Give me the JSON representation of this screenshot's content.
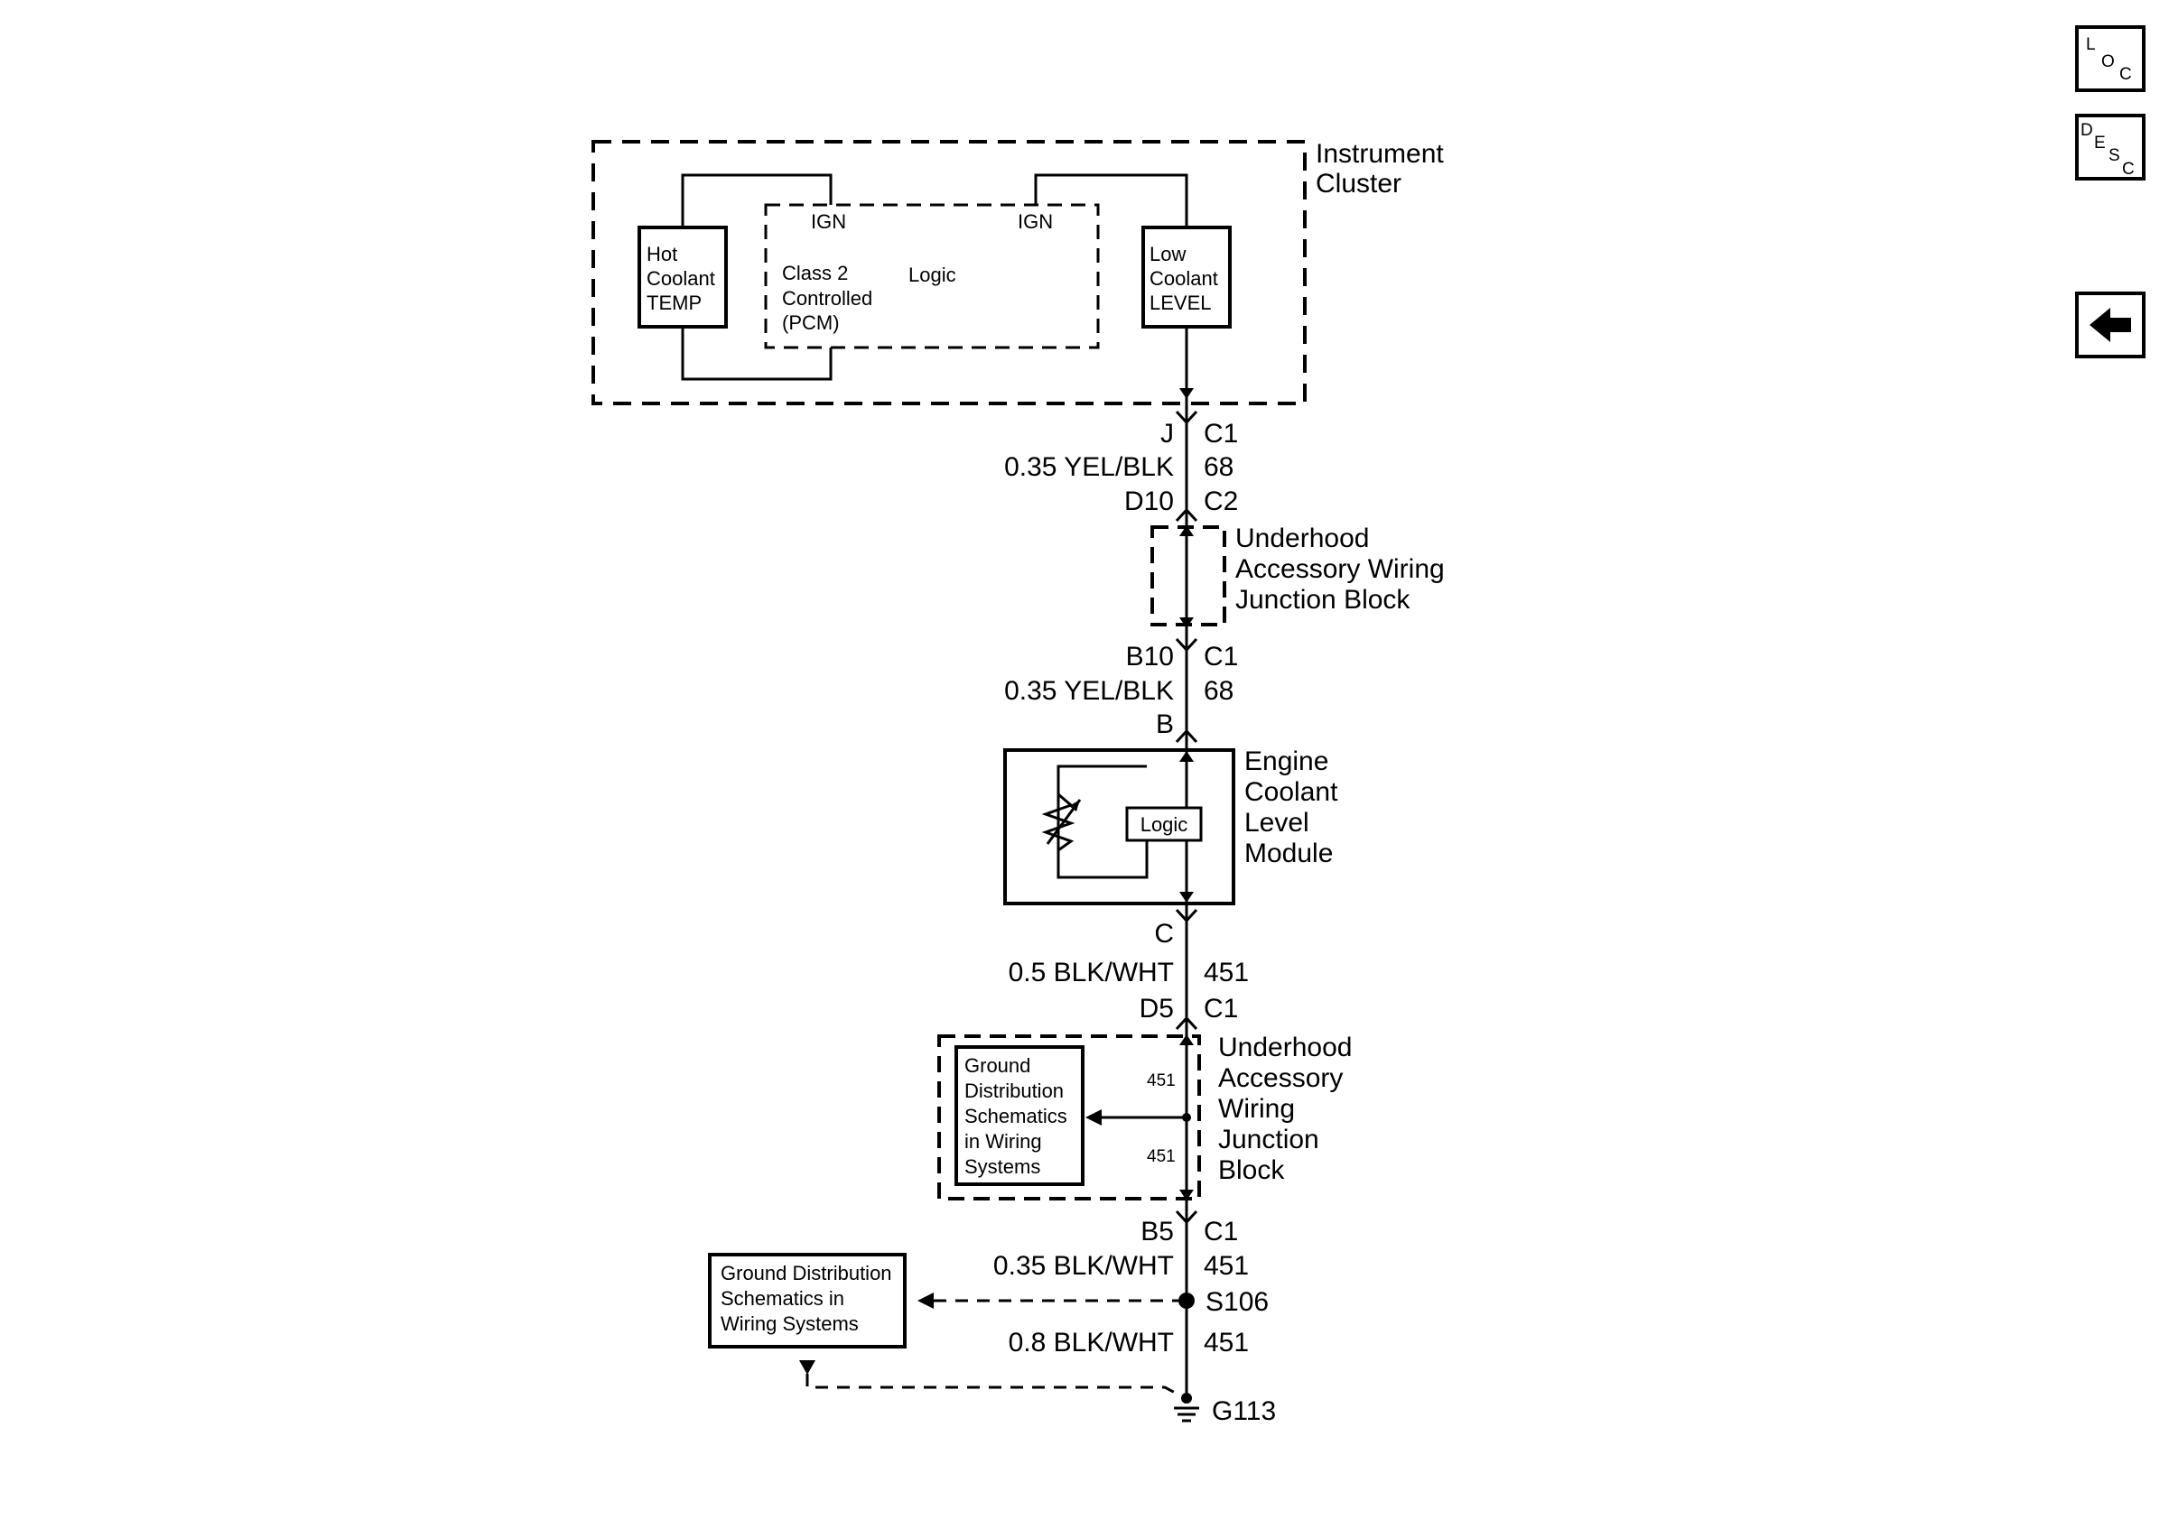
{
  "nav": {
    "loc": {
      "l": "L",
      "o": "O",
      "c": "C"
    },
    "desc": {
      "d": "D",
      "e": "E",
      "s": "S",
      "c": "C"
    },
    "back": "back-arrow"
  },
  "instrument_cluster": {
    "label_line1": "Instrument",
    "label_line2": "Cluster",
    "hot_coolant": [
      "Hot",
      "Coolant",
      "TEMP"
    ],
    "low_coolant": [
      "Low",
      "Coolant",
      "LEVEL"
    ],
    "ign_left": "IGN",
    "ign_right": "IGN",
    "class2": [
      "Class 2",
      "Controlled",
      "(PCM)"
    ],
    "logic": "Logic"
  },
  "wire1": {
    "pin_top_left": "J",
    "conn_top_right": "C1",
    "wire_label": "0.35 YEL/BLK",
    "circuit": "68",
    "pin_bottom_left": "D10",
    "conn_bottom_right": "C2"
  },
  "junction_block1": {
    "label": [
      "Underhood",
      "Accessory Wiring",
      "Junction Block"
    ]
  },
  "wire2": {
    "pin_top_left": "B10",
    "conn_top_right": "C1",
    "wire_label": "0.35 YEL/BLK",
    "circuit": "68",
    "pin_bottom_left": "B"
  },
  "module": {
    "label": [
      "Engine",
      "Coolant",
      "Level",
      "Module"
    ],
    "logic": "Logic"
  },
  "wire3": {
    "pin_top_left": "C",
    "wire_label": "0.5 BLK/WHT",
    "circuit": "451",
    "pin_bottom_left": "D5",
    "conn_bottom_right": "C1"
  },
  "junction_block2": {
    "label": [
      "Underhood",
      "Accessory",
      "Wiring",
      "Junction",
      "Block"
    ],
    "ground_ref": [
      "Ground",
      "Distribution",
      "Schematics",
      "in Wiring",
      "Systems"
    ],
    "circuit_top": "451",
    "circuit_bottom": "451"
  },
  "wire4": {
    "pin_top_left": "B5",
    "conn_top_right": "C1",
    "wire_label": "0.35 BLK/WHT",
    "circuit": "451",
    "splice": "S106"
  },
  "ground_ref2": [
    "Ground Distribution",
    "Schematics in",
    "Wiring Systems"
  ],
  "wire5": {
    "wire_label": "0.8 BLK/WHT",
    "circuit": "451"
  },
  "ground": "G113",
  "colors": {
    "line": "#000000",
    "background": "#ffffff"
  }
}
